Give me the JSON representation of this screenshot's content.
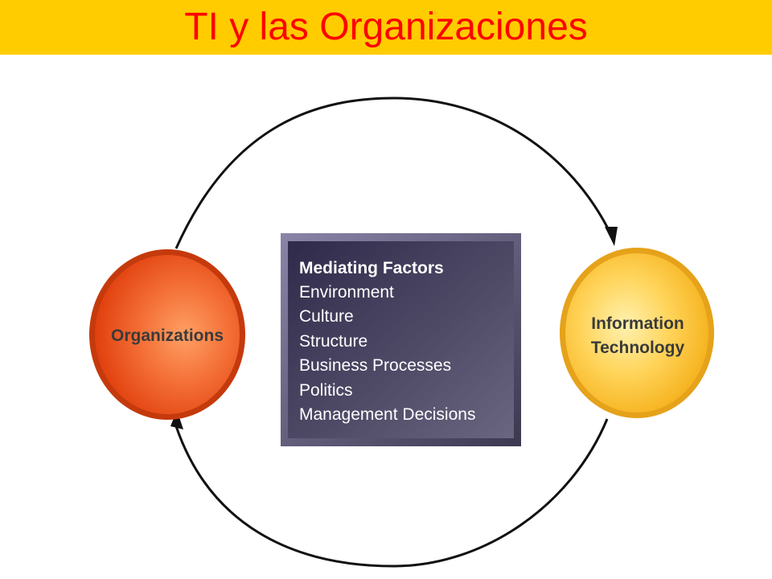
{
  "title": "TI y las Organizaciones",
  "diagram": {
    "left_node": {
      "label": "Organizations"
    },
    "right_node": {
      "line1": "Information",
      "line2": "Technology"
    },
    "factors": {
      "heading": "Mediating Factors",
      "items": [
        "Environment",
        "Culture",
        "Structure",
        "Business Processes",
        "Politics",
        "Management Decisions"
      ]
    }
  },
  "colors": {
    "title_bar": "#ffcc00",
    "title_text": "#ff0000",
    "organizations_circle": "#f0501e",
    "technology_circle": "#ffc43a",
    "factors_box": "#4c4560"
  }
}
